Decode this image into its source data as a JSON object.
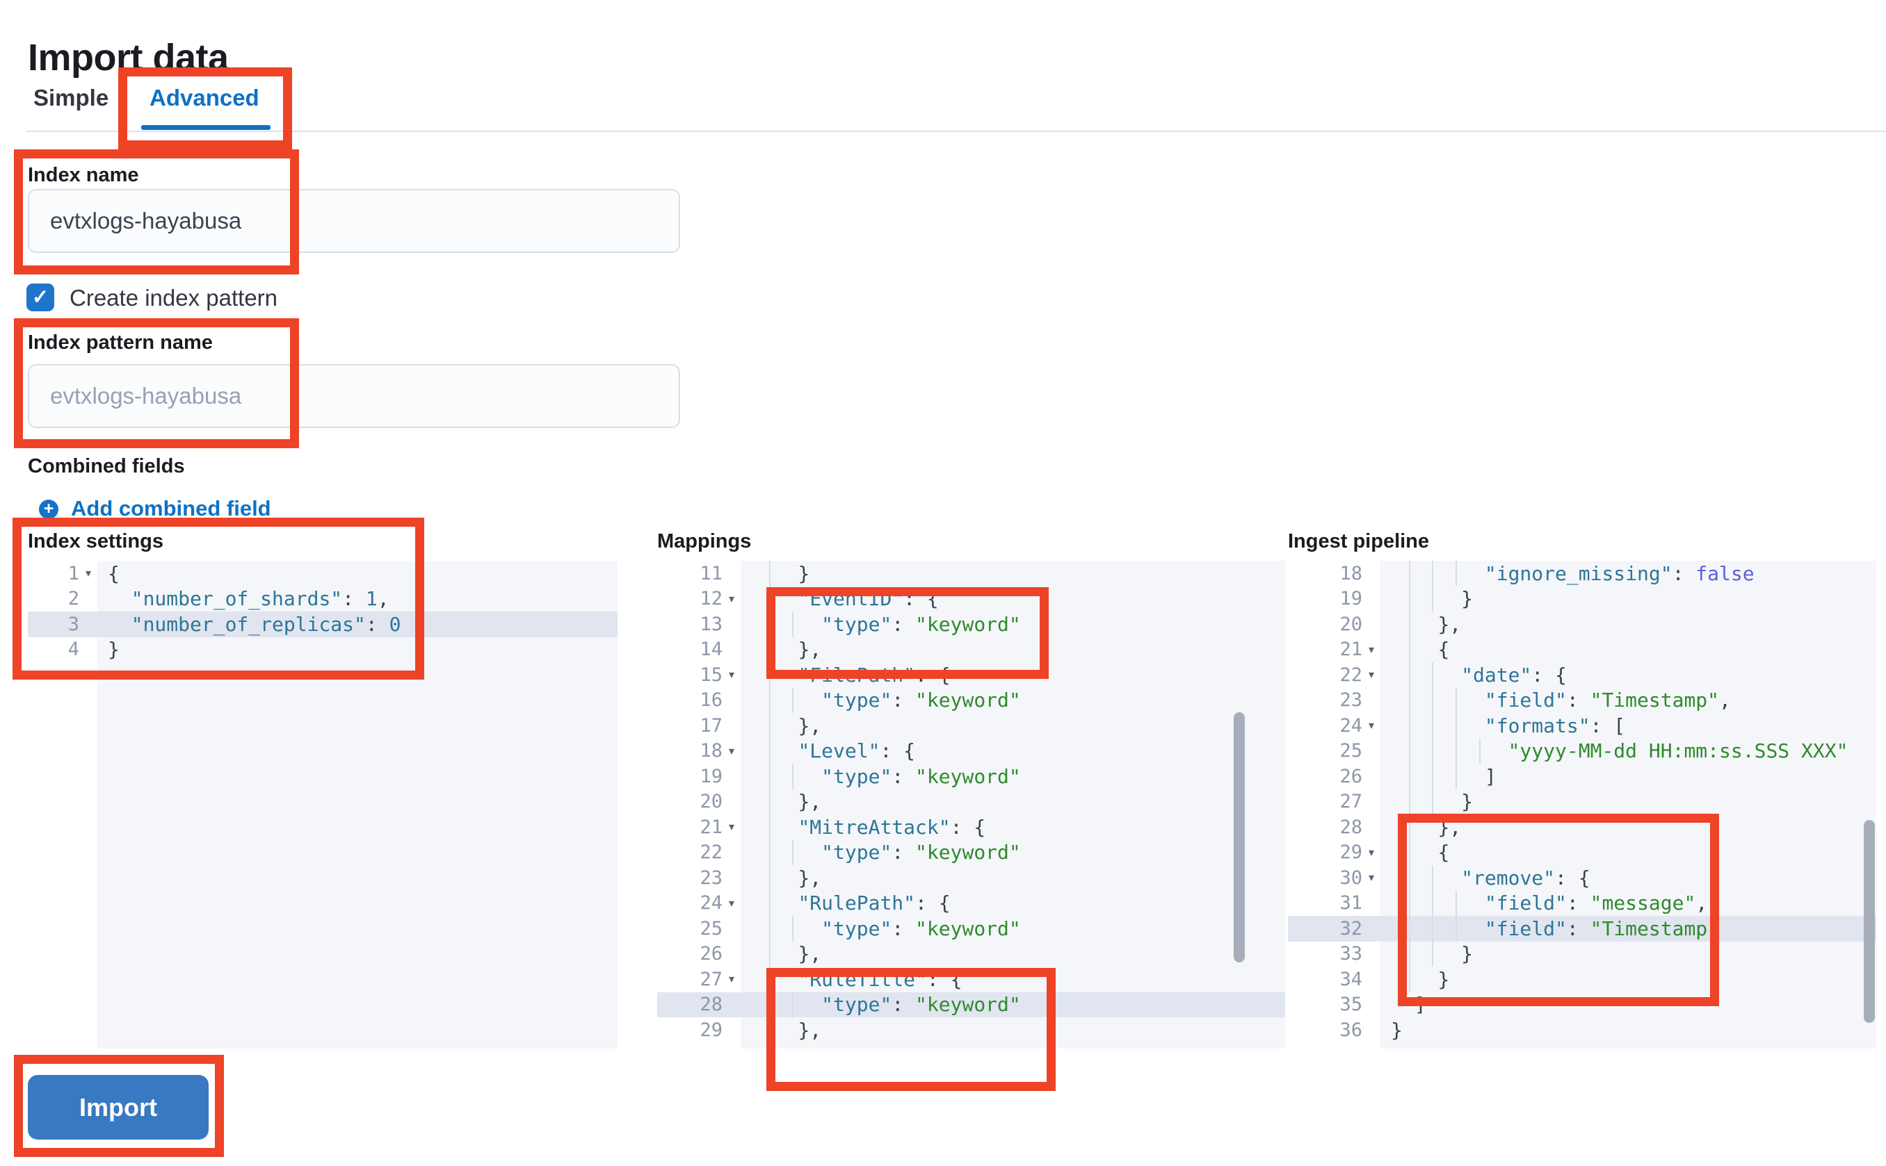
{
  "page": {
    "title": "Import data"
  },
  "tabs": [
    {
      "label": "Simple",
      "active": false
    },
    {
      "label": "Advanced",
      "active": true
    }
  ],
  "form": {
    "index_name": {
      "label": "Index name",
      "value": "evtxlogs-hayabusa"
    },
    "create_index_pattern": {
      "label": "Create index pattern",
      "checked": true
    },
    "index_pattern_name": {
      "label": "Index pattern name",
      "placeholder": "evtxlogs-hayabusa"
    },
    "combined_fields": {
      "label": "Combined fields",
      "add_link": "Add combined field"
    }
  },
  "editors": {
    "index_settings": {
      "label": "Index settings",
      "lines": [
        {
          "n": 1,
          "fold": 1,
          "ind": 0,
          "toks": [
            [
              "p",
              "{"
            ]
          ]
        },
        {
          "n": 2,
          "ind": 2,
          "toks": [
            [
              "k",
              "\"number_of_shards\""
            ],
            [
              "p",
              ": "
            ],
            [
              "n",
              "1"
            ],
            [
              "p",
              ","
            ]
          ]
        },
        {
          "n": 3,
          "ind": 2,
          "hl": 1,
          "toks": [
            [
              "k",
              "\"number_of_replicas\""
            ],
            [
              "p",
              ": "
            ],
            [
              "n",
              "0"
            ]
          ]
        },
        {
          "n": 4,
          "ind": 0,
          "toks": [
            [
              "p",
              "}"
            ]
          ]
        }
      ]
    },
    "mappings": {
      "label": "Mappings",
      "lines": [
        {
          "n": 11,
          "ind": 4,
          "toks": [
            [
              "p",
              "}"
            ]
          ]
        },
        {
          "n": 12,
          "fold": 1,
          "ind": 4,
          "toks": [
            [
              "k",
              "\"EventID\""
            ],
            [
              "p",
              ": {"
            ]
          ]
        },
        {
          "n": 13,
          "ind": 6,
          "toks": [
            [
              "k",
              "\"type\""
            ],
            [
              "p",
              ": "
            ],
            [
              "s",
              "\"keyword\""
            ]
          ]
        },
        {
          "n": 14,
          "ind": 4,
          "toks": [
            [
              "p",
              "},"
            ]
          ]
        },
        {
          "n": 15,
          "fold": 1,
          "ind": 4,
          "toks": [
            [
              "k",
              "\"FilePath\""
            ],
            [
              "p",
              ": {"
            ]
          ]
        },
        {
          "n": 16,
          "ind": 6,
          "toks": [
            [
              "k",
              "\"type\""
            ],
            [
              "p",
              ": "
            ],
            [
              "s",
              "\"keyword\""
            ]
          ]
        },
        {
          "n": 17,
          "ind": 4,
          "toks": [
            [
              "p",
              "},"
            ]
          ]
        },
        {
          "n": 18,
          "fold": 1,
          "ind": 4,
          "toks": [
            [
              "k",
              "\"Level\""
            ],
            [
              "p",
              ": {"
            ]
          ]
        },
        {
          "n": 19,
          "ind": 6,
          "toks": [
            [
              "k",
              "\"type\""
            ],
            [
              "p",
              ": "
            ],
            [
              "s",
              "\"keyword\""
            ]
          ]
        },
        {
          "n": 20,
          "ind": 4,
          "toks": [
            [
              "p",
              "},"
            ]
          ]
        },
        {
          "n": 21,
          "fold": 1,
          "ind": 4,
          "toks": [
            [
              "k",
              "\"MitreAttack\""
            ],
            [
              "p",
              ": {"
            ]
          ]
        },
        {
          "n": 22,
          "ind": 6,
          "toks": [
            [
              "k",
              "\"type\""
            ],
            [
              "p",
              ": "
            ],
            [
              "s",
              "\"keyword\""
            ]
          ]
        },
        {
          "n": 23,
          "ind": 4,
          "toks": [
            [
              "p",
              "},"
            ]
          ]
        },
        {
          "n": 24,
          "fold": 1,
          "ind": 4,
          "toks": [
            [
              "k",
              "\"RulePath\""
            ],
            [
              "p",
              ": {"
            ]
          ]
        },
        {
          "n": 25,
          "ind": 6,
          "toks": [
            [
              "k",
              "\"type\""
            ],
            [
              "p",
              ": "
            ],
            [
              "s",
              "\"keyword\""
            ]
          ]
        },
        {
          "n": 26,
          "ind": 4,
          "toks": [
            [
              "p",
              "},"
            ]
          ]
        },
        {
          "n": 27,
          "fold": 1,
          "ind": 4,
          "toks": [
            [
              "k",
              "\"RuleTitle\""
            ],
            [
              "p",
              ": {"
            ]
          ]
        },
        {
          "n": 28,
          "ind": 6,
          "hl": 1,
          "toks": [
            [
              "k",
              "\"type\""
            ],
            [
              "p",
              ": "
            ],
            [
              "s",
              "\"keyword\""
            ]
          ]
        },
        {
          "n": 29,
          "ind": 4,
          "toks": [
            [
              "p",
              "},"
            ]
          ]
        }
      ]
    },
    "ingest_pipeline": {
      "label": "Ingest pipeline",
      "lines": [
        {
          "n": 18,
          "ind": 8,
          "toks": [
            [
              "k",
              "\"ignore_missing\""
            ],
            [
              "p",
              ": "
            ],
            [
              "b",
              "false"
            ]
          ]
        },
        {
          "n": 19,
          "ind": 6,
          "toks": [
            [
              "p",
              "}"
            ]
          ]
        },
        {
          "n": 20,
          "ind": 4,
          "toks": [
            [
              "p",
              "},"
            ]
          ]
        },
        {
          "n": 21,
          "fold": 1,
          "ind": 4,
          "toks": [
            [
              "p",
              "{"
            ]
          ]
        },
        {
          "n": 22,
          "fold": 1,
          "ind": 6,
          "toks": [
            [
              "k",
              "\"date\""
            ],
            [
              "p",
              ": {"
            ]
          ]
        },
        {
          "n": 23,
          "ind": 8,
          "toks": [
            [
              "k",
              "\"field\""
            ],
            [
              "p",
              ": "
            ],
            [
              "s",
              "\"Timestamp\""
            ],
            [
              "p",
              ","
            ]
          ]
        },
        {
          "n": 24,
          "fold": 1,
          "ind": 8,
          "toks": [
            [
              "k",
              "\"formats\""
            ],
            [
              "p",
              ": ["
            ]
          ]
        },
        {
          "n": 25,
          "ind": 10,
          "toks": [
            [
              "s",
              "\"yyyy-MM-dd HH:mm:ss.SSS XXX\""
            ]
          ]
        },
        {
          "n": 26,
          "ind": 8,
          "toks": [
            [
              "p",
              "]"
            ]
          ]
        },
        {
          "n": 27,
          "ind": 6,
          "toks": [
            [
              "p",
              "}"
            ]
          ]
        },
        {
          "n": 28,
          "ind": 4,
          "toks": [
            [
              "p",
              "},"
            ]
          ]
        },
        {
          "n": 29,
          "fold": 1,
          "ind": 4,
          "toks": [
            [
              "p",
              "{"
            ]
          ]
        },
        {
          "n": 30,
          "fold": 1,
          "ind": 6,
          "toks": [
            [
              "k",
              "\"remove\""
            ],
            [
              "p",
              ": {"
            ]
          ]
        },
        {
          "n": 31,
          "ind": 8,
          "toks": [
            [
              "k",
              "\"field\""
            ],
            [
              "p",
              ": "
            ],
            [
              "s",
              "\"message\""
            ],
            [
              "p",
              ","
            ]
          ]
        },
        {
          "n": 32,
          "ind": 8,
          "hl": 1,
          "toks": [
            [
              "k",
              "\"field\""
            ],
            [
              "p",
              ": "
            ],
            [
              "s",
              "\"Timestamp\""
            ]
          ]
        },
        {
          "n": 33,
          "ind": 6,
          "toks": [
            [
              "p",
              "}"
            ]
          ]
        },
        {
          "n": 34,
          "ind": 4,
          "toks": [
            [
              "p",
              "}"
            ]
          ]
        },
        {
          "n": 35,
          "ind": 2,
          "toks": [
            [
              "p",
              "]"
            ]
          ]
        },
        {
          "n": 36,
          "ind": 0,
          "toks": [
            [
              "p",
              "}"
            ]
          ]
        }
      ]
    }
  },
  "import_button": {
    "label": "Import"
  },
  "colors": {
    "annotation_red": "#ee4326",
    "tab_active_blue": "#0d71c5",
    "link_blue": "#0d72c5",
    "button_blue": "#3879c1",
    "checkbox_blue": "#1d76cc",
    "editor_background": "#f4f6f9",
    "gutter_background": "#ffffff",
    "active_line": "#e0e5ef",
    "token_key": "#2e7597",
    "token_string": "#2f8a2d",
    "token_number": "#2e7597",
    "token_boolean": "#5c5fd9",
    "token_punctuation": "#3b414c",
    "line_number_gray": "#8e97a8",
    "divider_gray": "#dce2ea"
  }
}
